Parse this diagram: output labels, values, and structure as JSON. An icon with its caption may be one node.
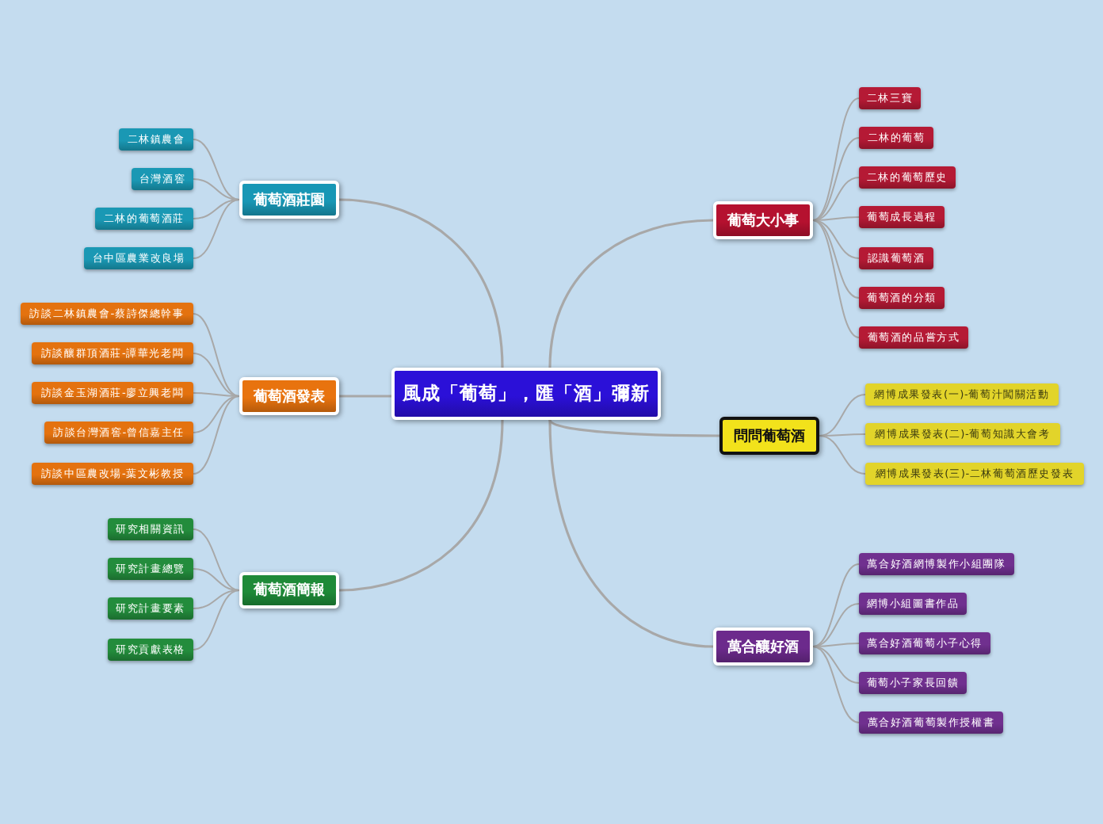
{
  "diagram": {
    "nodes": [
      {
        "text": [
          "風成「葡萄」，匯「酒」彌新"
        ]
      },
      {
        "text": [
          "葡萄酒莊園"
        ]
      },
      {
        "text": [
          "二林鎮農會"
        ]
      },
      {
        "text": [
          "台灣酒窖"
        ]
      },
      {
        "text": [
          "二林的葡萄酒莊"
        ]
      },
      {
        "text": [
          "台中區農業改良場"
        ]
      },
      {
        "text": [
          "葡萄酒發表"
        ]
      },
      {
        "text": [
          "訪談二林鎮農會-蔡詩傑總幹事"
        ]
      },
      {
        "text": [
          "訪談釀群頂酒莊-譚華光老闆"
        ]
      },
      {
        "text": [
          "訪談金玉湖酒莊-廖立興老闆"
        ]
      },
      {
        "text": [
          "訪談台灣酒窖-曾信嘉主任"
        ]
      },
      {
        "text": [
          "訪談中區農改場-葉文彬教授"
        ]
      },
      {
        "text": [
          "葡萄酒簡報"
        ]
      },
      {
        "text": [
          "研究相關資訊"
        ]
      },
      {
        "text": [
          "研究計畫總覽"
        ]
      },
      {
        "text": [
          "研究計畫要素"
        ]
      },
      {
        "text": [
          "研究貢獻表格"
        ]
      },
      {
        "text": [
          "葡萄大小事"
        ]
      },
      {
        "text": [
          "二林三寶"
        ]
      },
      {
        "text": [
          "二林的葡萄"
        ]
      },
      {
        "text": [
          "二林的葡萄歷史"
        ]
      },
      {
        "text": [
          "葡萄成長過程"
        ]
      },
      {
        "text": [
          "認識葡萄酒"
        ]
      },
      {
        "text": [
          "葡萄酒的分類"
        ]
      },
      {
        "text": [
          "葡萄酒的品嘗方式"
        ]
      },
      {
        "text": [
          "問問葡萄酒"
        ]
      },
      {
        "text": [
          "網博成果發表(一)-葡萄汁闖關活動"
        ]
      },
      {
        "text": [
          "網博成果發表(二)-葡萄知識大會考"
        ]
      },
      {
        "text": [
          "網博成果發表(三)-二林葡萄酒歷史發表"
        ]
      },
      {
        "text": [
          "萬合釀好酒"
        ]
      },
      {
        "text": [
          "萬合好酒網博製作小組團隊"
        ]
      },
      {
        "text": [
          "網博小組圖書作品"
        ]
      },
      {
        "text": [
          "萬合好酒葡萄小子心得"
        ]
      },
      {
        "text": [
          "葡萄小子家長回饋"
        ]
      },
      {
        "text": [
          "萬合好酒葡萄製作授權書"
        ]
      }
    ],
    "edges": [
      {
        "from": 0,
        "to": 1,
        "arrow": "none"
      },
      {
        "from": 1,
        "to": 2,
        "arrow": "none"
      },
      {
        "from": 1,
        "to": 3,
        "arrow": "none"
      },
      {
        "from": 1,
        "to": 4,
        "arrow": "none"
      },
      {
        "from": 1,
        "to": 5,
        "arrow": "none"
      },
      {
        "from": 0,
        "to": 6,
        "arrow": "none"
      },
      {
        "from": 6,
        "to": 7,
        "arrow": "none"
      },
      {
        "from": 6,
        "to": 8,
        "arrow": "none"
      },
      {
        "from": 6,
        "to": 9,
        "arrow": "none"
      },
      {
        "from": 6,
        "to": 10,
        "arrow": "none"
      },
      {
        "from": 6,
        "to": 11,
        "arrow": "none"
      },
      {
        "from": 0,
        "to": 12,
        "arrow": "none"
      },
      {
        "from": 12,
        "to": 13,
        "arrow": "none"
      },
      {
        "from": 12,
        "to": 14,
        "arrow": "none"
      },
      {
        "from": 12,
        "to": 15,
        "arrow": "none"
      },
      {
        "from": 12,
        "to": 16,
        "arrow": "none"
      },
      {
        "from": 0,
        "to": 17,
        "arrow": "none"
      },
      {
        "from": 17,
        "to": 18,
        "arrow": "none"
      },
      {
        "from": 17,
        "to": 19,
        "arrow": "none"
      },
      {
        "from": 17,
        "to": 20,
        "arrow": "none"
      },
      {
        "from": 17,
        "to": 21,
        "arrow": "none"
      },
      {
        "from": 17,
        "to": 22,
        "arrow": "none"
      },
      {
        "from": 17,
        "to": 23,
        "arrow": "none"
      },
      {
        "from": 17,
        "to": 24,
        "arrow": "none"
      },
      {
        "from": 0,
        "to": 25,
        "arrow": "none"
      },
      {
        "from": 25,
        "to": 26,
        "arrow": "none"
      },
      {
        "from": 25,
        "to": 27,
        "arrow": "none"
      },
      {
        "from": 25,
        "to": 28,
        "arrow": "none"
      },
      {
        "from": 0,
        "to": 29,
        "arrow": "none"
      },
      {
        "from": 29,
        "to": 30,
        "arrow": "none"
      },
      {
        "from": 29,
        "to": 31,
        "arrow": "none"
      },
      {
        "from": 29,
        "to": 32,
        "arrow": "none"
      },
      {
        "from": 29,
        "to": 33,
        "arrow": "none"
      },
      {
        "from": 29,
        "to": 34,
        "arrow": "none"
      }
    ]
  }
}
